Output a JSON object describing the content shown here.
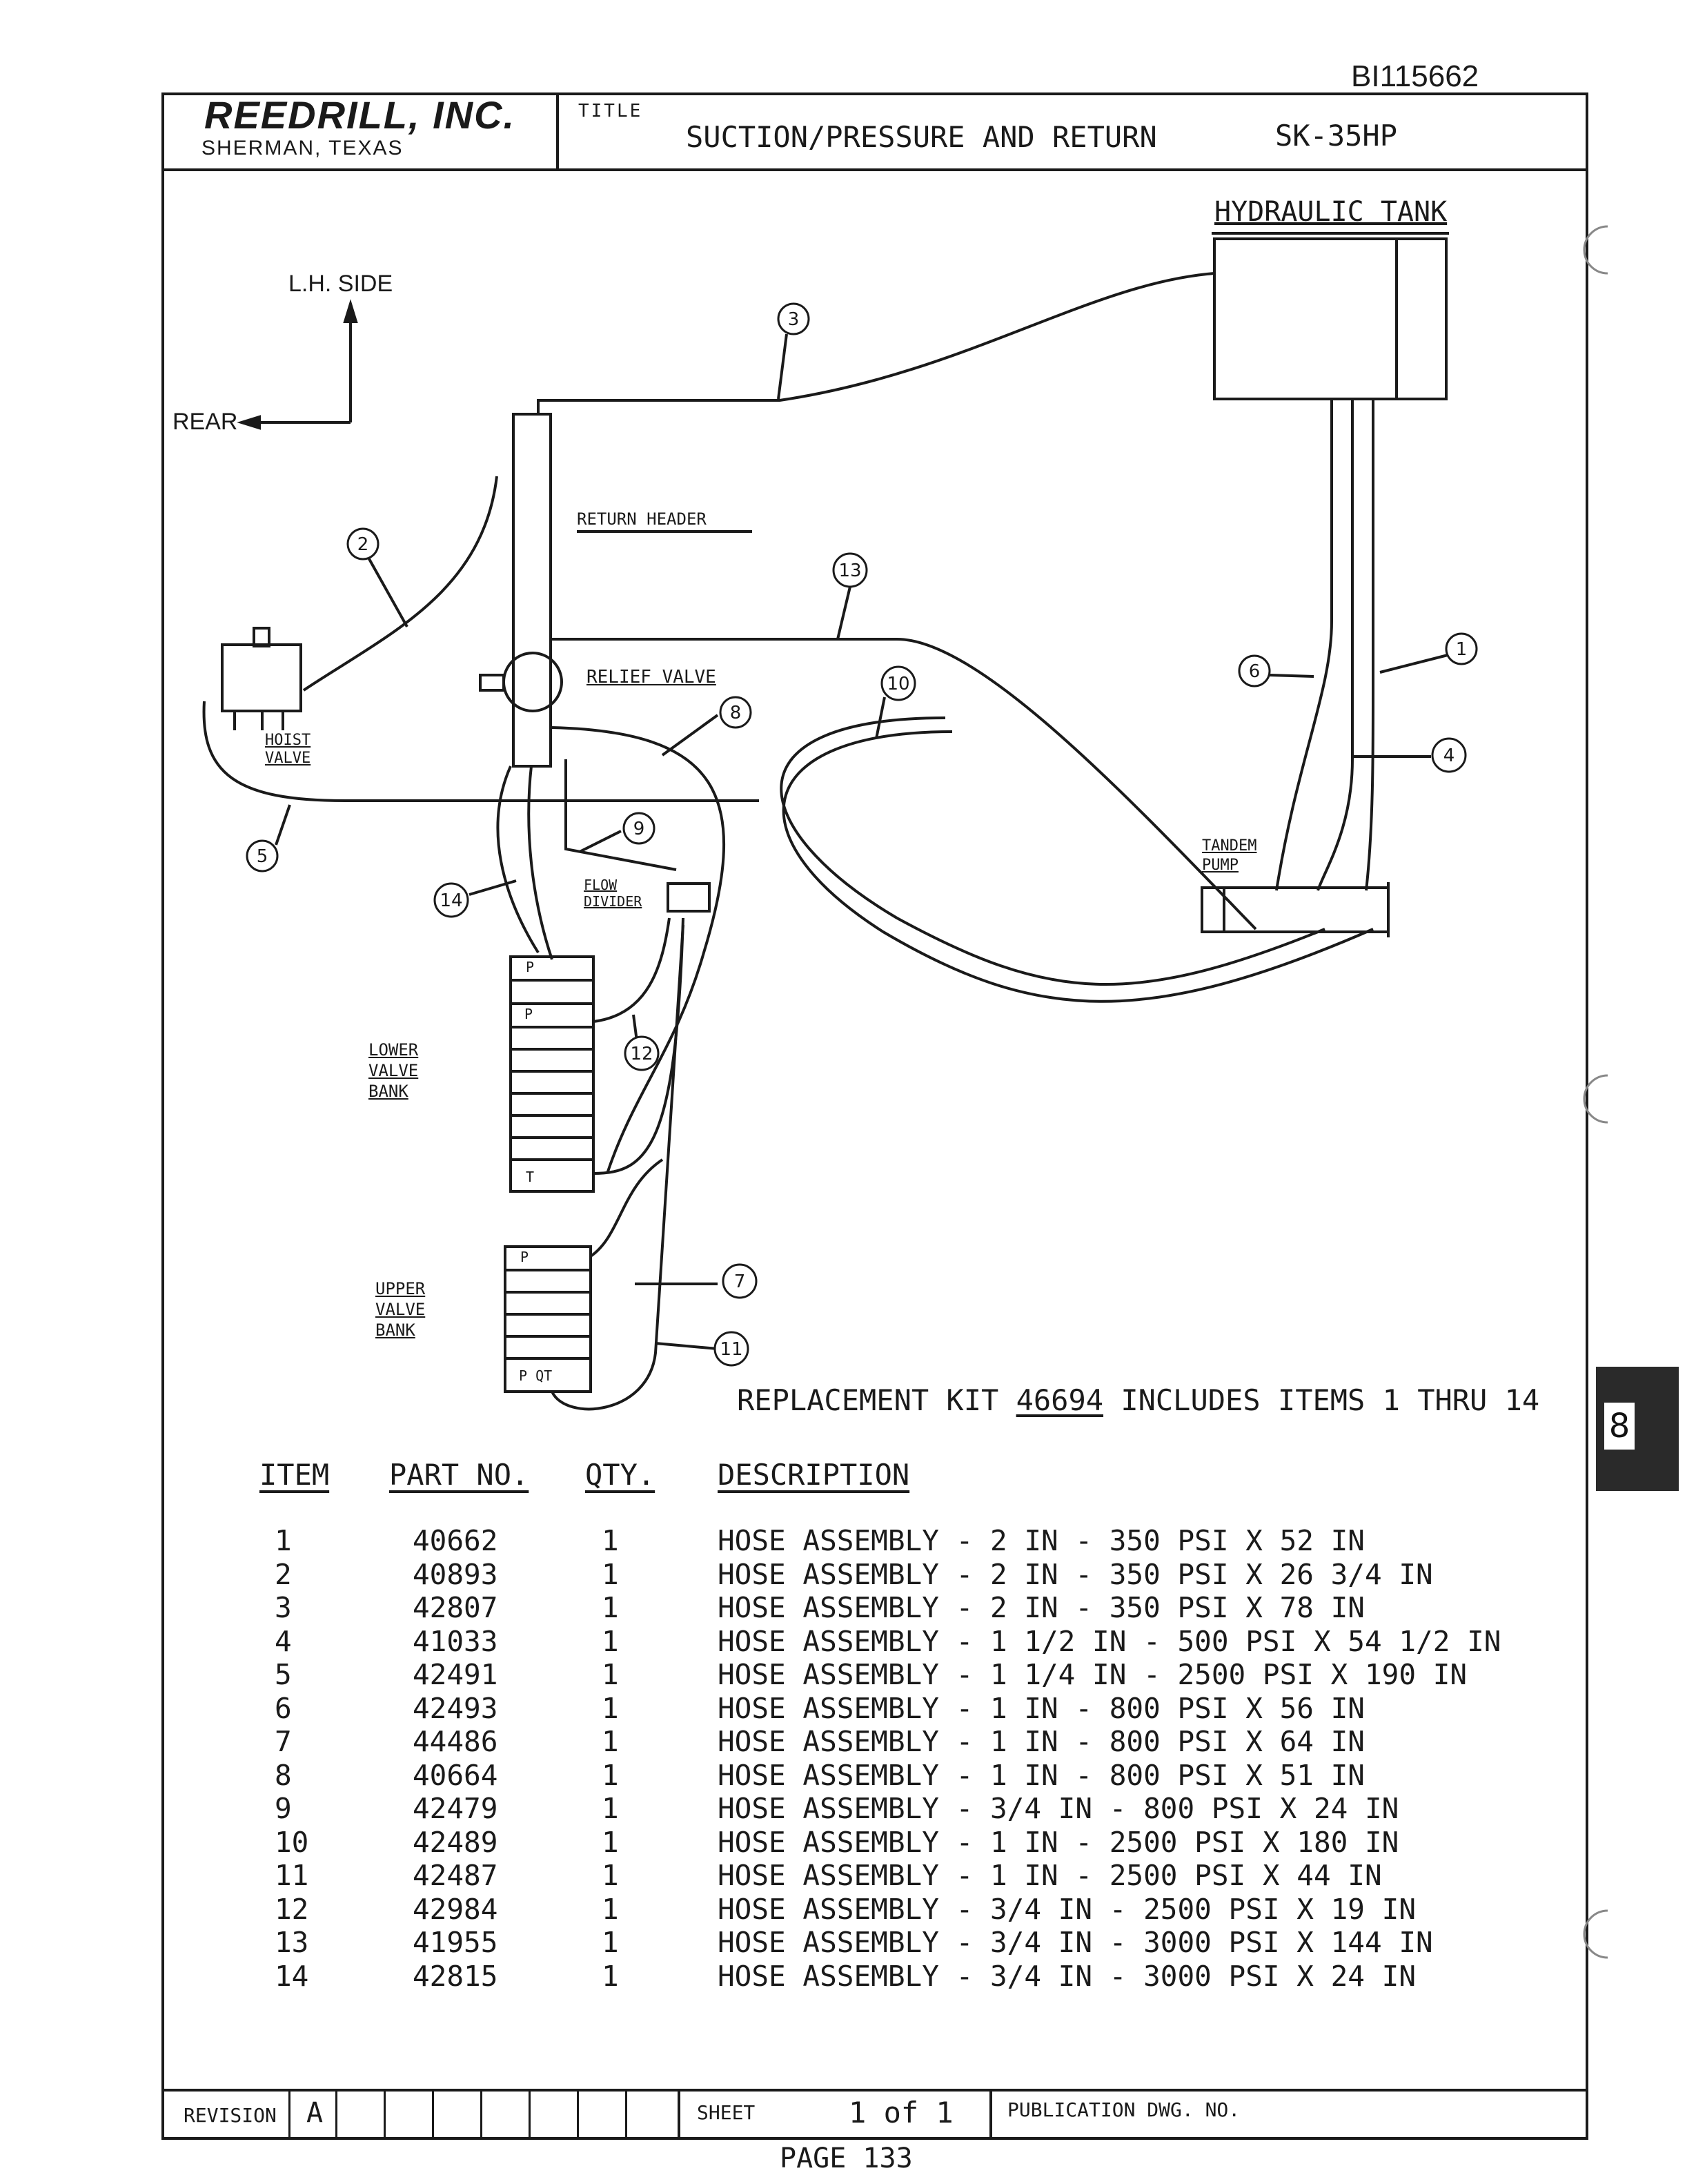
{
  "doc_id": "BI115662",
  "header": {
    "company": "REEDRILL, INC.",
    "city": "SHERMAN, TEXAS",
    "title_label": "TITLE",
    "title": "SUCTION/PRESSURE AND RETURN",
    "model": "SK-35HP"
  },
  "diagram": {
    "hydraulic_tank": "HYDRAULIC TANK",
    "lh_side": "L.H. SIDE",
    "rear": "REAR",
    "return_header": "RETURN HEADER",
    "relief_valve": "RELIEF VALVE",
    "hoist_valve": [
      "HOIST",
      "VALVE"
    ],
    "flow_divider": [
      "FLOW",
      "DIVIDER"
    ],
    "tandem_pump": [
      "TANDEM",
      "PUMP"
    ],
    "lower_valve_bank": [
      "LOWER",
      "VALVE",
      "BANK"
    ],
    "upper_valve_bank": [
      "UPPER",
      "VALVE",
      "BANK"
    ],
    "port_p": "P",
    "port_t": "T",
    "port_pqt": "P QT",
    "callouts": [
      "1",
      "2",
      "3",
      "4",
      "5",
      "6",
      "7",
      "8",
      "9",
      "10",
      "11",
      "12",
      "13",
      "14"
    ]
  },
  "kit": {
    "prefix": "REPLACEMENT KIT",
    "number": "46694",
    "suffix": "INCLUDES ITEMS 1 THRU 14"
  },
  "table": {
    "headers": [
      "ITEM",
      "PART NO.",
      "QTY.",
      "DESCRIPTION"
    ],
    "rows": [
      {
        "item": "1",
        "part": "40662",
        "qty": "1",
        "desc": "HOSE ASSEMBLY - 2 IN - 350 PSI X 52 IN"
      },
      {
        "item": "2",
        "part": "40893",
        "qty": "1",
        "desc": "HOSE ASSEMBLY - 2 IN - 350 PSI X 26 3/4 IN"
      },
      {
        "item": "3",
        "part": "42807",
        "qty": "1",
        "desc": "HOSE ASSEMBLY - 2 IN - 350 PSI X 78 IN"
      },
      {
        "item": "4",
        "part": "41033",
        "qty": "1",
        "desc": "HOSE ASSEMBLY - 1 1/2 IN - 500 PSI X 54 1/2 IN"
      },
      {
        "item": "5",
        "part": "42491",
        "qty": "1",
        "desc": "HOSE ASSEMBLY - 1 1/4 IN - 2500 PSI X 190 IN"
      },
      {
        "item": "6",
        "part": "42493",
        "qty": "1",
        "desc": "HOSE ASSEMBLY - 1 IN - 800 PSI X 56 IN"
      },
      {
        "item": "7",
        "part": "44486",
        "qty": "1",
        "desc": "HOSE ASSEMBLY - 1 IN - 800 PSI X 64 IN"
      },
      {
        "item": "8",
        "part": "40664",
        "qty": "1",
        "desc": "HOSE ASSEMBLY - 1 IN - 800 PSI X 51 IN"
      },
      {
        "item": "9",
        "part": "42479",
        "qty": "1",
        "desc": "HOSE ASSEMBLY - 3/4 IN - 800 PSI X 24 IN"
      },
      {
        "item": "10",
        "part": "42489",
        "qty": "1",
        "desc": "HOSE ASSEMBLY - 1 IN - 2500 PSI X 180 IN"
      },
      {
        "item": "11",
        "part": "42487",
        "qty": "1",
        "desc": "HOSE ASSEMBLY - 1 IN - 2500 PSI X 44 IN"
      },
      {
        "item": "12",
        "part": "42984",
        "qty": "1",
        "desc": "HOSE ASSEMBLY - 3/4 IN - 2500 PSI X 19 IN"
      },
      {
        "item": "13",
        "part": "41955",
        "qty": "1",
        "desc": "HOSE ASSEMBLY - 3/4 IN - 3000 PSI X 144 IN"
      },
      {
        "item": "14",
        "part": "42815",
        "qty": "1",
        "desc": "HOSE ASSEMBLY - 3/4 IN - 3000 PSI X 24 IN"
      }
    ]
  },
  "footer": {
    "revision_label": "REVISION",
    "revision": "A",
    "sheet_label": "SHEET",
    "sheet": "1 of 1",
    "pub_label": "PUBLICATION DWG. NO.",
    "page": "PAGE 133"
  },
  "tab": "8"
}
